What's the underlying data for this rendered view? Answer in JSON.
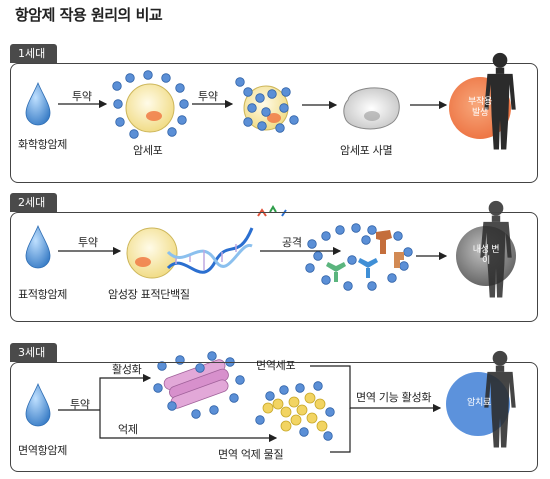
{
  "title": "항암제 작용 원리의 비교",
  "gen1": {
    "tab": "1세대",
    "drug": "화학항암제",
    "arrow1": "투약",
    "cell": "암세포",
    "arrow2": "투약",
    "dead": "암세포 사멸",
    "effect": "부작용 발생"
  },
  "gen2": {
    "tab": "2세대",
    "drug": "표적항암제",
    "arrow1": "투약",
    "protein": "암성장 표적단백질",
    "attack": "공격",
    "effect": "내성 변이"
  },
  "gen3": {
    "tab": "3세대",
    "drug": "면역항암제",
    "arrow": "투약",
    "activate": "활성화",
    "suppress": "억제",
    "immune_cell": "면역세포",
    "suppress_mat": "면역 억제 물질",
    "result": "면역 기능 활성화",
    "effect": "암치료"
  },
  "colors": {
    "drop": "#4f8fd0",
    "dot": "#5b8fd6",
    "cancer": "#f3e6a6",
    "orange": "#f07a44",
    "blue_circle": "#4a86d8",
    "body": "#2b2b2b"
  }
}
